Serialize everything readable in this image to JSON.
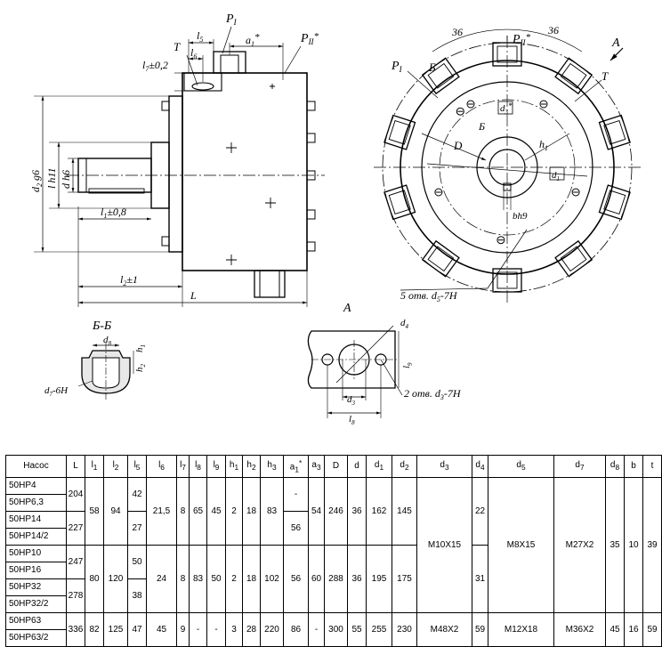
{
  "drawing": {
    "front_view": {
      "labels": {
        "p1": "P",
        "p1_sub": "I",
        "pii": "P",
        "pii_sub": "II",
        "pii_star": "*",
        "t": "T",
        "l5": "l",
        "l5_sub": "5",
        "l6": "l",
        "l6_sub": "6",
        "a1": "a",
        "a1_sub": "1",
        "a1_star": "*",
        "l7": "l",
        "l7_sub": "7",
        "l7_tol": "±0,2",
        "d2": "d",
        "d2_sub": "2",
        "d2_tol": " g6",
        "l_h11": "l h11",
        "d_h6": "d h6",
        "l1": "l",
        "l1_sub": "1",
        "l1_tol": "±0,8",
        "l2": "l",
        "l2_sub": "2",
        "l2_tol": "±1",
        "L": "L"
      }
    },
    "side_view": {
      "labels": {
        "dim36_left": "36",
        "dim36_right": "36",
        "pii": "P",
        "pii_sub": "II",
        "pii_star": "*",
        "arrow_a": "A",
        "b_top": "Б",
        "p1": "P",
        "p1_sub": "I",
        "t": "T",
        "d3": "d",
        "d3_sub": "3",
        "d3_star": "*",
        "b_mid": "Б",
        "D": "D",
        "h1": "h",
        "h1_sub": "1",
        "d1": "d",
        "d1_sub": "1",
        "bh9": "bh9",
        "holes": "5 отв. d",
        "holes_sub": "5",
        "holes_tol": "-7H"
      }
    },
    "section_bb": {
      "labels": {
        "title": "Б-Б",
        "d8": "d",
        "d8_sub": "8",
        "h1": "h",
        "h1_sub": "1",
        "h2": "h",
        "h2_sub": "2",
        "d7": "d",
        "d7_sub": "7",
        "d7_tol": "-6H"
      }
    },
    "view_a": {
      "labels": {
        "title": "A",
        "d4": "d",
        "d4_sub": "4",
        "l9": "l",
        "l9_sub": "9",
        "d3": "d",
        "d3_sub": "3",
        "l8": "l",
        "l8_sub": "8",
        "holes": "2 отв. d",
        "holes_sub": "3",
        "holes_tol": "-7H"
      }
    }
  },
  "table": {
    "headers": {
      "pump": "Насос",
      "L": "L",
      "l1": "l",
      "l1_sub": "1",
      "l2": "l",
      "l2_sub": "2",
      "l5": "l",
      "l5_sub": "5",
      "l6": "l",
      "l6_sub": "6",
      "l7": "l",
      "l7_sub": "7",
      "l8": "l",
      "l8_sub": "8",
      "l9": "l",
      "l9_sub": "9",
      "h1": "h",
      "h1_sub": "1",
      "h2": "h",
      "h2_sub": "2",
      "h3": "h",
      "h3_sub": "3",
      "a1": "a",
      "a1_sub": "1",
      "a1_star": "*",
      "a3": "a",
      "a3_sub": "3",
      "D": "D",
      "d": "d",
      "d1": "d",
      "d1_sub": "1",
      "d2": "d",
      "d2_sub": "2",
      "d3": "d",
      "d3_sub": "3",
      "d4": "d",
      "d4_sub": "4",
      "d5": "d",
      "d5_sub": "5",
      "d7": "d",
      "d7_sub": "7",
      "d8": "d",
      "d8_sub": "8",
      "b": "b",
      "t": "t"
    },
    "pumps": [
      "50НР4",
      "50НР6,3",
      "50НР14",
      "50НР14/2",
      "50НР10",
      "50НР16",
      "50НР32",
      "50НР32/2",
      "50НР63",
      "50НР63/2"
    ],
    "values": {
      "L_a": "204",
      "L_b": "227",
      "L_c": "247",
      "L_d": "278",
      "L_e": "336",
      "l1_a": "58",
      "l1_b": "80",
      "l1_c": "82",
      "l2_a": "94",
      "l2_b": "120",
      "l2_c": "125",
      "l5_a": "42",
      "l5_b": "27",
      "l5_c": "50",
      "l5_d": "38",
      "l5_e": "47",
      "l6_a": "21,5",
      "l6_b": "24",
      "l6_c": "45",
      "l7_a": "8",
      "l7_b": "8",
      "l7_c": "9",
      "l8_a": "65",
      "l8_b": "83",
      "l8_c": "-",
      "l9_a": "45",
      "l9_b": "50",
      "l9_c": "-",
      "h1_a": "2",
      "h1_b": "2",
      "h1_c": "3",
      "h2_a": "18",
      "h2_b": "18",
      "h2_c": "28",
      "h3_a": "83",
      "h3_b": "102",
      "h3_c": "220",
      "a1_a": "-",
      "a1_b": "56",
      "a1_c": "56",
      "a1_d": "86",
      "a3_a": "54",
      "a3_b": "60",
      "a3_c": "-",
      "D_a": "246",
      "D_b": "288",
      "D_c": "300",
      "d_a": "36",
      "d_b": "36",
      "d_c": "55",
      "d1_a": "162",
      "d1_b": "195",
      "d1_c": "255",
      "d2_a": "145",
      "d2_b": "175",
      "d2_c": "230",
      "d3_a": "M10X15",
      "d3_b": "M48X2",
      "d4_a": "22",
      "d4_b": "31",
      "d4_c": "59",
      "d5_a": "M8X15",
      "d5_b": "M12X18",
      "d7_a": "M27X2",
      "d7_b": "M36X2",
      "d8_a": "35",
      "d8_b": "45",
      "b_a": "10",
      "b_b": "16",
      "t_a": "39",
      "t_b": "59"
    }
  }
}
